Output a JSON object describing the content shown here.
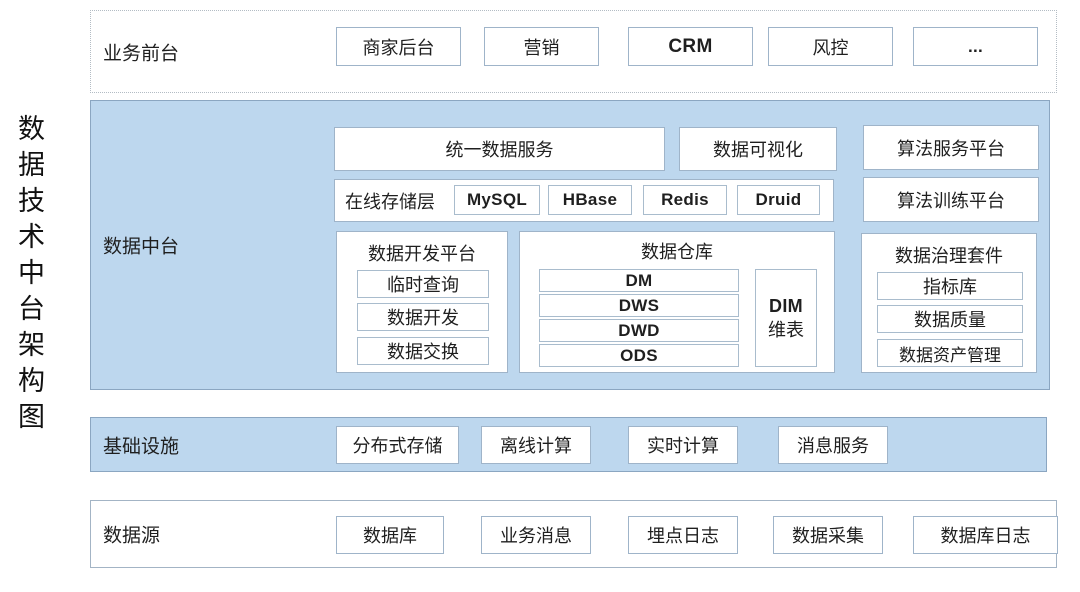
{
  "title": {
    "text": "数据技术中台架构图"
  },
  "colors": {
    "layer_fill": "#bdd7ee",
    "layer_border": "#8ba6c1",
    "box_border": "#9fb4c9",
    "text": "#1f1f1f"
  },
  "layers": {
    "business_front": {
      "label": "业务前台",
      "items": [
        "商家后台",
        "营销",
        "CRM",
        "风控",
        "..."
      ]
    },
    "data_platform": {
      "label": "数据中台",
      "unified_data_service": "统一数据服务",
      "data_visualization": "数据可视化",
      "algorithm_service_platform": "算法服务平台",
      "algorithm_training_platform": "算法训练平台",
      "online_storage": {
        "label": "在线存储层",
        "items": [
          "MySQL",
          "HBase",
          "Redis",
          "Druid"
        ]
      },
      "data_dev_platform": {
        "label": "数据开发平台",
        "items": [
          "临时查询",
          "数据开发",
          "数据交换"
        ]
      },
      "data_warehouse": {
        "label": "数据仓库",
        "layers": [
          "DM",
          "DWS",
          "DWD",
          "ODS"
        ],
        "dim": {
          "code": "DIM",
          "name": "维表"
        }
      },
      "data_governance": {
        "label": "数据治理套件",
        "items": [
          "指标库",
          "数据质量",
          "数据资产管理"
        ]
      }
    },
    "infrastructure": {
      "label": "基础设施",
      "items": [
        "分布式存储",
        "离线计算",
        "实时计算",
        "消息服务"
      ]
    },
    "data_source": {
      "label": "数据源",
      "items": [
        "数据库",
        "业务消息",
        "埋点日志",
        "数据采集",
        "数据库日志"
      ]
    }
  }
}
